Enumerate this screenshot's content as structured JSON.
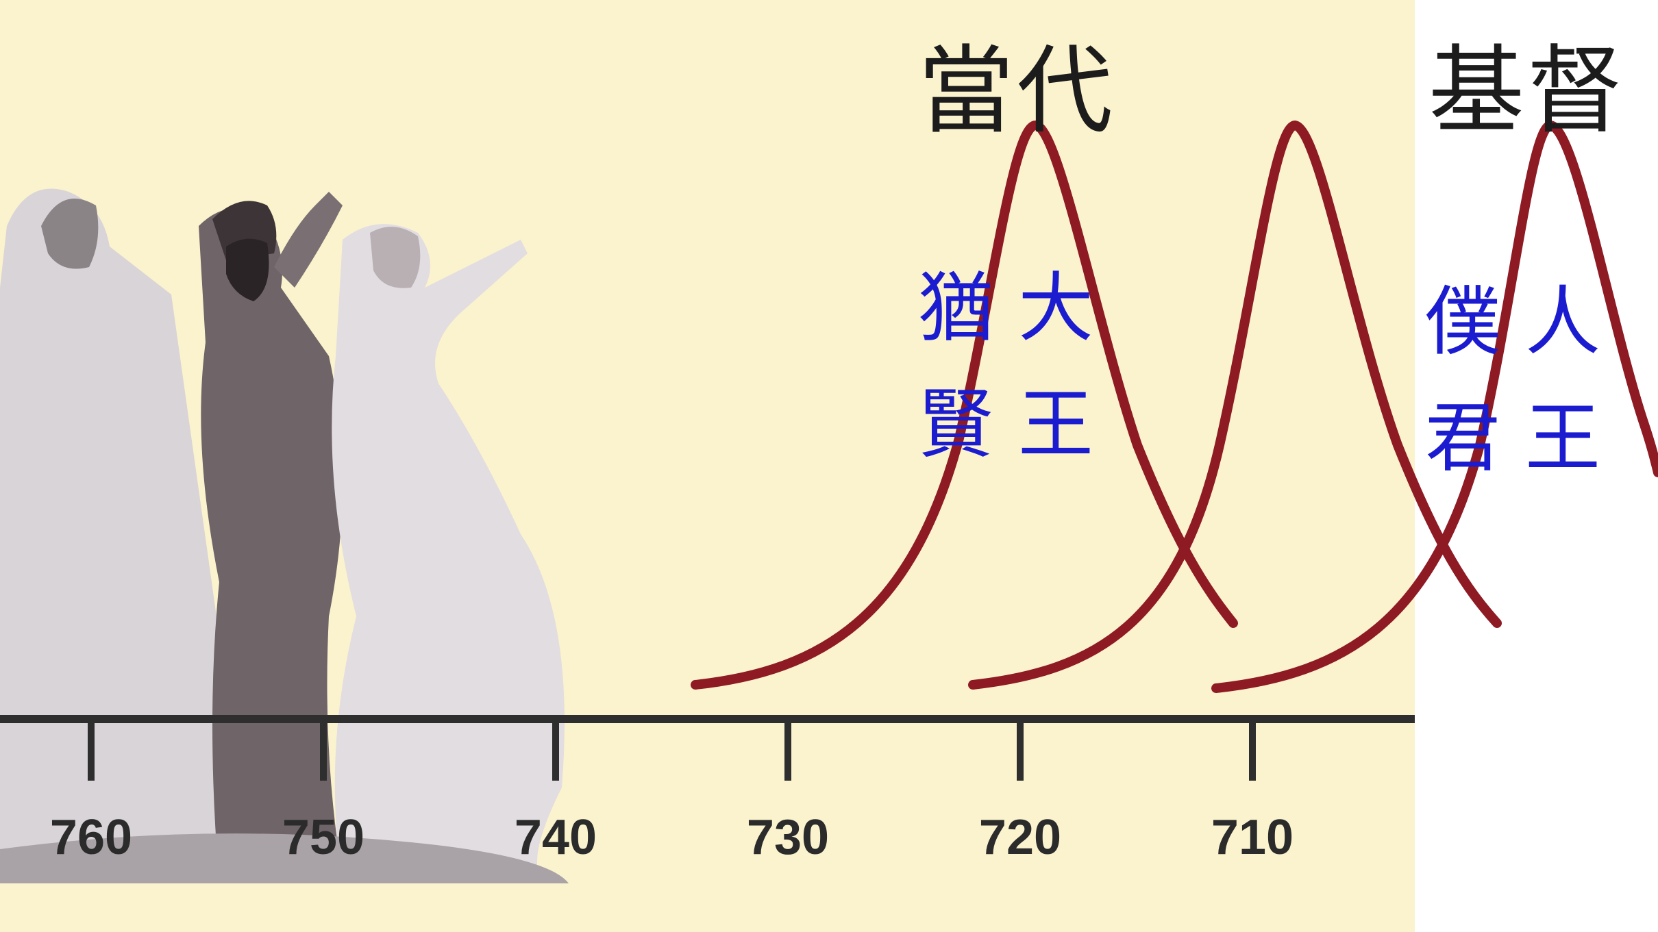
{
  "headings": {
    "contemporary": "當代",
    "messiah": "基督"
  },
  "timeline": {
    "ticks": [
      "760",
      "750",
      "740",
      "730",
      "720",
      "710"
    ]
  },
  "labels": {
    "first": [
      "猶大",
      "賢王"
    ],
    "second": [
      "僕人",
      "君王"
    ]
  },
  "colors": {
    "background": "#fbf3cd",
    "curve": "#8e1a23",
    "axis": "#2e2e2e",
    "label_blue": "#1b1bd0"
  },
  "image": {
    "description_icon": "prophets-figures-image"
  }
}
